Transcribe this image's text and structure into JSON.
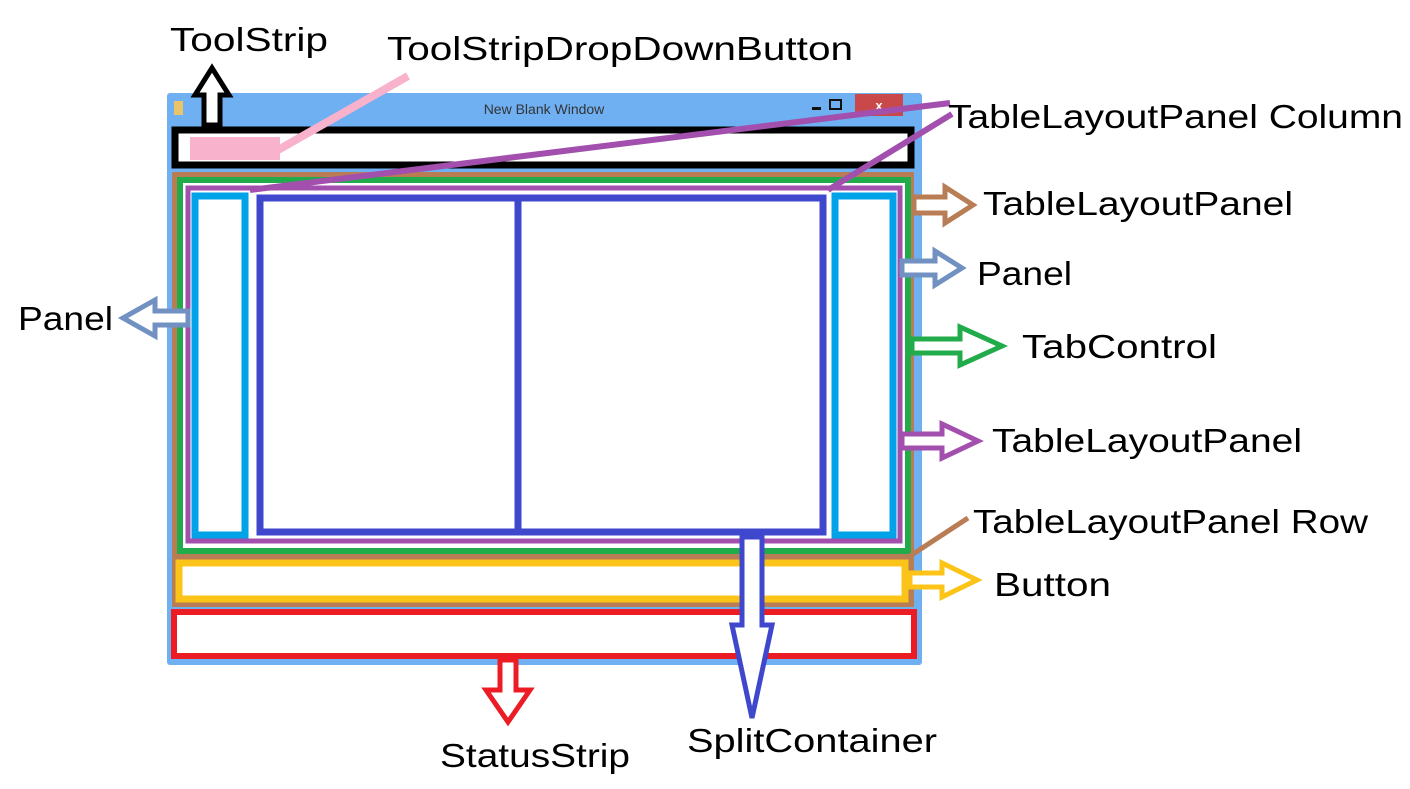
{
  "window": {
    "title": "New Blank Window",
    "minimize_icon": "minimize-icon",
    "maximize_icon": "maximize-icon",
    "close_label": "x"
  },
  "labels": {
    "toolstrip": "ToolStrip",
    "toolstrip_dropdown": "ToolStripDropDownButton",
    "tlp_column": "TableLayoutPanel Column",
    "tlp_outer": "TableLayoutPanel",
    "panel_right": "Panel",
    "panel_left": "Panel",
    "tabcontrol": "TabControl",
    "tlp_inner": "TableLayoutPanel",
    "tlp_row": "TableLayoutPanel Row",
    "button": "Button",
    "statusstrip": "StatusStrip",
    "splitcontainer": "SplitContainer"
  },
  "colors": {
    "window": "#6fb0f2",
    "toolstrip": "#000000",
    "dropdown": "#f9b2cc",
    "tlp_outer": "#b97d55",
    "tabcontrol": "#22ab4b",
    "tlp_inner": "#a24fae",
    "panel": "#00a2e8",
    "panel_arrow": "#7191c2",
    "splitcontainer": "#3f48cc",
    "button": "#fcc419",
    "statusstrip": "#ec1c24"
  }
}
